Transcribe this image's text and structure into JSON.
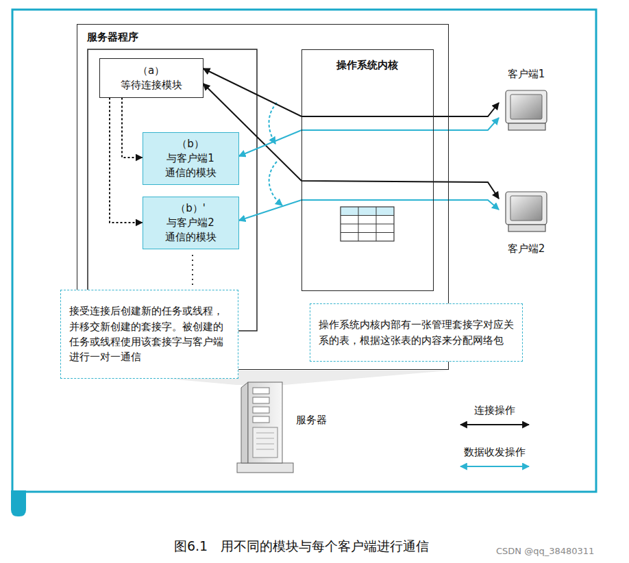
{
  "diagram": {
    "caption": "图6.1　用不同的模块与每个客户端进行通信",
    "nodes": [
      {
        "text": [
          "服务器程序"
        ]
      },
      {
        "text": [
          "（a）",
          "等待连接模块"
        ],
        "in": 0
      },
      {
        "text": [
          "（b）",
          "与客户端1 通信的模块"
        ],
        "in": 0
      },
      {
        "text": [
          "（b）'",
          "与客户端2 通信的模块"
        ],
        "in": 0
      },
      {
        "text": [
          "操作系统内核"
        ],
        "in": 0
      },
      {
        "text": [
          "接受连接后创建新的任务或线程，并移交新创建的套接字。被创建的任务或线程使用该套接字与客户端进行一对一通信"
        ]
      },
      {
        "text": [
          "操作系统内核内部有一张管理套接字对应关系的表，根据这张表的内容来分配网络包"
        ]
      },
      {
        "text": [
          "客户端1"
        ]
      },
      {
        "text": [
          "客户端2"
        ]
      }
    ],
    "edges": [
      {
        "from": 1,
        "to": 7,
        "arrow": "both"
      },
      {
        "from": 1,
        "to": 8,
        "arrow": "both"
      },
      {
        "from": 2,
        "to": 7,
        "arrow": "both"
      },
      {
        "from": 3,
        "to": 8,
        "arrow": "both"
      },
      {
        "from": 1,
        "to": 2,
        "arrow": "to"
      },
      {
        "from": 1,
        "to": 3,
        "arrow": "to"
      }
    ],
    "labels": [
      "服务器",
      "CSDN @qq_38480311"
    ],
    "legend": [
      {
        "text": "连接操作"
      },
      {
        "text": "数据收发操作"
      }
    ]
  }
}
